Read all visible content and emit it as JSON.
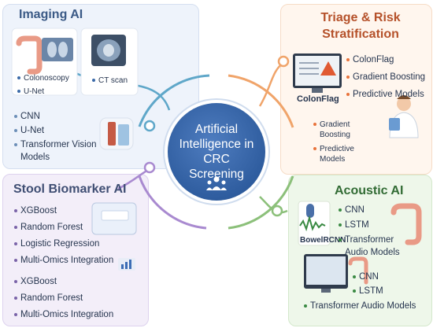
{
  "center": {
    "line1": "Artificial",
    "line2": "Intelligence in",
    "line3": "CRC Screening"
  },
  "imaging": {
    "title": "Imaging AI",
    "colonoscopy": "Colonoscopy",
    "unet_small": "U-Net",
    "ct_scan": "CT scan",
    "items": [
      "CNN",
      "U-Net",
      "Transformer Vision",
      "Models"
    ]
  },
  "triage": {
    "title_line1": "Triage & Risk",
    "title_line2": "Stratification",
    "screen_label": "ColonFlag",
    "items": [
      "ColonFlag",
      "Gradient Boosting",
      "Predictive Models"
    ],
    "side_items": [
      "Gradient",
      "Boosting",
      "Predictive",
      "Models"
    ]
  },
  "stool": {
    "title": "Stool Biomarker AI",
    "items_a": [
      "XGBoost",
      "Random Forest",
      "Logistic Regression",
      "Multi-Omics Integration"
    ],
    "items_b": [
      "XGBoost",
      "Random Forest",
      "Multi-Omics Integration"
    ]
  },
  "acoustic": {
    "title": "Acoustic AI",
    "device_label": "BowelRCNN",
    "items_a": [
      "CNN",
      "LSTM",
      "Transformer",
      "Audio Models"
    ],
    "items_b": [
      "CNN",
      "LSTM",
      "Transformer Audio Models"
    ]
  },
  "colors": {
    "imaging_ring": "#5fa7c9",
    "triage_ring": "#f0a46a",
    "stool_ring": "#a98ad0",
    "acoustic_ring": "#8cc07a",
    "triage_bullet": "#e8733b"
  }
}
